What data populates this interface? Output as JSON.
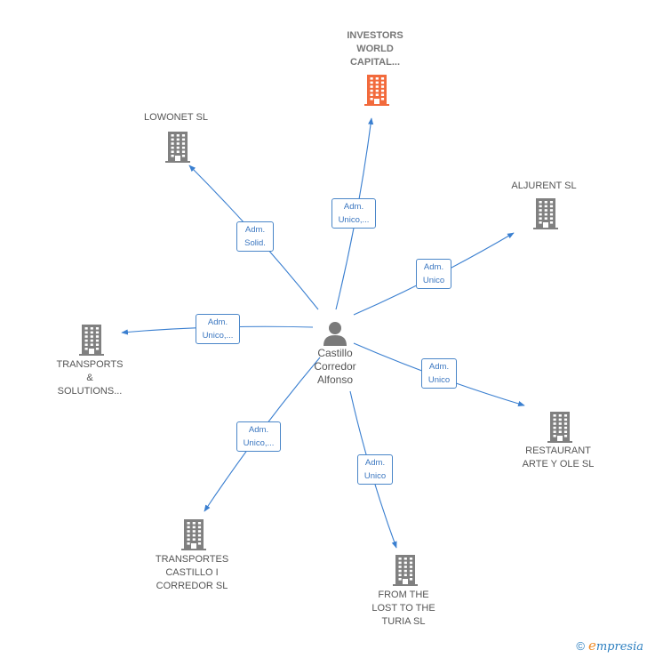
{
  "center": {
    "label": "Castillo\nCorredor\nAlfonso",
    "icon": "person-icon"
  },
  "companies": [
    {
      "id": "investors",
      "label": "INVESTORS\nWORLD\nCAPITAL...",
      "highlight": true,
      "color": "#f26a3c",
      "icon": "building-icon"
    },
    {
      "id": "lowonet",
      "label": "LOWONET  SL",
      "highlight": false,
      "color": "#808080",
      "icon": "building-icon"
    },
    {
      "id": "aljurent",
      "label": "ALJURENT  SL",
      "highlight": false,
      "color": "#808080",
      "icon": "building-icon"
    },
    {
      "id": "transports",
      "label": "TRANSPORTS\n&\nSOLUTIONS...",
      "highlight": false,
      "color": "#808080",
      "icon": "building-icon"
    },
    {
      "id": "restaurant",
      "label": "RESTAURANT\nARTE Y OLE SL",
      "highlight": false,
      "color": "#808080",
      "icon": "building-icon"
    },
    {
      "id": "transportes",
      "label": "TRANSPORTES\nCASTILLO I\nCORREDOR SL",
      "highlight": false,
      "color": "#808080",
      "icon": "building-icon"
    },
    {
      "id": "fromthe",
      "label": "FROM THE\nLOST TO THE\nTURIA  SL",
      "highlight": false,
      "color": "#808080",
      "icon": "building-icon"
    }
  ],
  "relations": [
    {
      "to": "investors",
      "label": "Adm.\nUnico,..."
    },
    {
      "to": "lowonet",
      "label": "Adm.\nSolid."
    },
    {
      "to": "aljurent",
      "label": "Adm.\nUnico"
    },
    {
      "to": "transports",
      "label": "Adm.\nUnico,..."
    },
    {
      "to": "restaurant",
      "label": "Adm.\nUnico"
    },
    {
      "to": "transportes",
      "label": "Adm.\nUnico,..."
    },
    {
      "to": "fromthe",
      "label": "Adm.\nUnico"
    }
  ],
  "colors": {
    "edge": "#3a7fd0",
    "person": "#7a7a7a"
  },
  "footer": {
    "copyright": "©",
    "brand_initial": "e",
    "brand_rest": "mpresia"
  }
}
